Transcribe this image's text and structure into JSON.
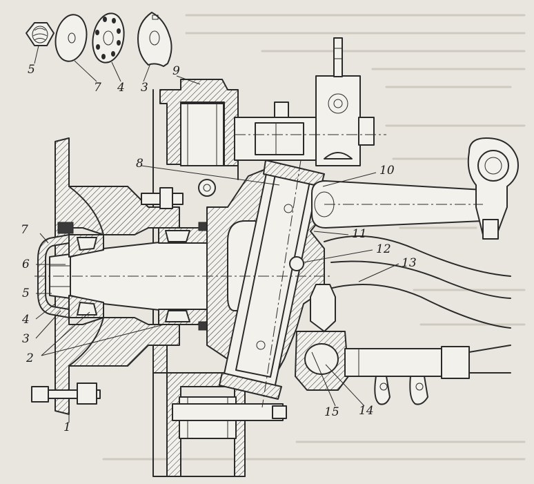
{
  "labels": {
    "l1": "1",
    "l2": "2",
    "l3a": "3",
    "l3b": "3",
    "l4a": "4",
    "l4b": "4",
    "l5a": "5",
    "l5b": "5",
    "l6": "6",
    "l7a": "7",
    "l7b": "7",
    "l8": "8",
    "l9": "9",
    "l10": "10",
    "l11": "11",
    "l12": "12",
    "l13": "13",
    "l14": "14",
    "l15": "15"
  },
  "colors": {
    "paper": "#e9e6df",
    "ink": "#2a2a2a"
  }
}
